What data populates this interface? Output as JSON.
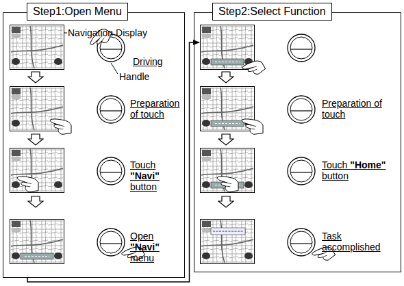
{
  "diagram": {
    "nodes": [
      {
        "text": [
          "Step1:Open Menu"
        ]
      },
      {
        "text": [
          "Step2:Select Function"
        ]
      }
    ],
    "edges": [
      {
        "from": 0,
        "to": 1,
        "arrow": "to"
      }
    ],
    "labels": [
      "Navigation Display",
      "Driving",
      "Handle",
      "Preparation of touch",
      "Touch \"Navi\" button",
      "Open \"Navi\" menu",
      "Preparation of touch",
      "Touch \"Home\" button",
      "Task accomplished"
    ]
  }
}
